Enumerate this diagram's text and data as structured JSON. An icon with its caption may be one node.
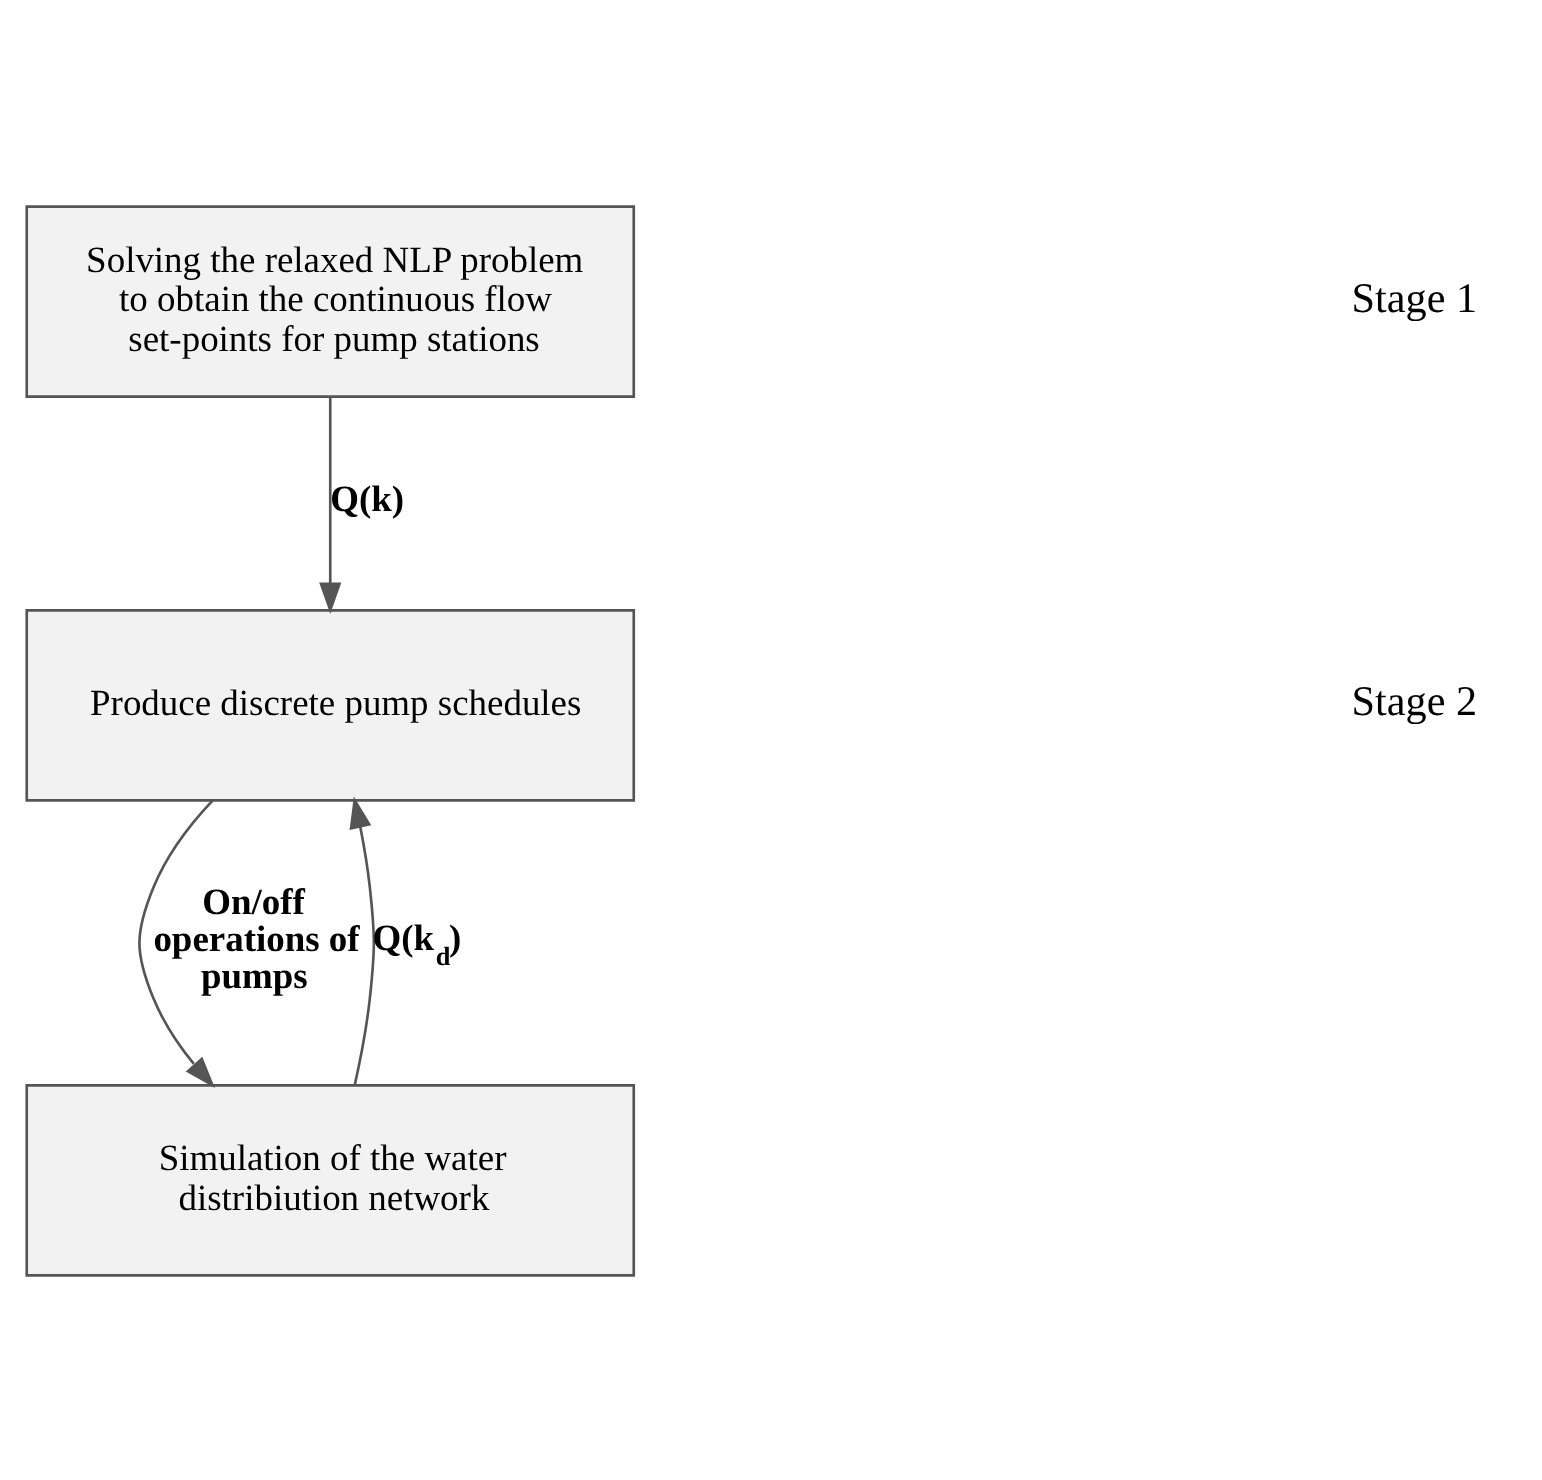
{
  "diagram": {
    "nodes": [
      {
        "text": [
          "Solving the relaxed NLP problem to obtain the continuous flow set-points for pump stations"
        ]
      },
      {
        "text": [
          "Produce discrete pump schedules"
        ]
      },
      {
        "text": [
          "Simulation of the water distribiution network"
        ]
      }
    ],
    "edges": [
      {
        "from": 0,
        "to": 1,
        "arrow": "to",
        "label": "Q(k)"
      },
      {
        "from": 1,
        "to": 2,
        "arrow": "to",
        "label": "On/off operations of pumps"
      },
      {
        "from": 2,
        "to": 1,
        "arrow": "to",
        "label": "Q(k$_{d}$)"
      }
    ],
    "labels": [
      "Stage 1",
      "Stage 2"
    ]
  }
}
